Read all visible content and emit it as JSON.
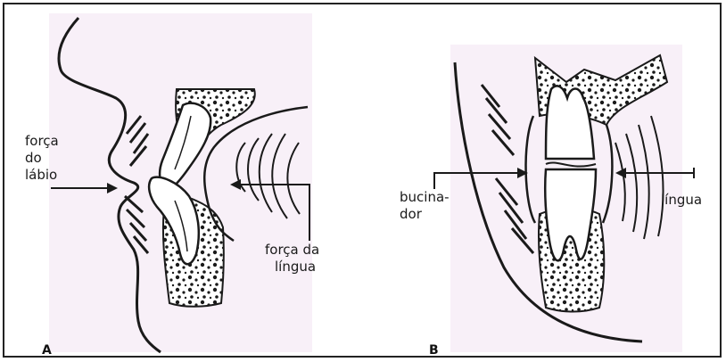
{
  "figure": {
    "panel_a": {
      "letter": "A",
      "label_lip_line1": "força",
      "label_lip_line2": "do",
      "label_lip_line3": "lábio",
      "label_tongue_line1": "força da",
      "label_tongue_line2": "língua"
    },
    "panel_b": {
      "letter": "B",
      "label_buccinator_line1": "bucina-",
      "label_buccinator_line2": "dor",
      "label_tongue": "língua"
    },
    "colors": {
      "background_tint": "#f8f0f8",
      "ink": "#1a1a1a"
    }
  }
}
